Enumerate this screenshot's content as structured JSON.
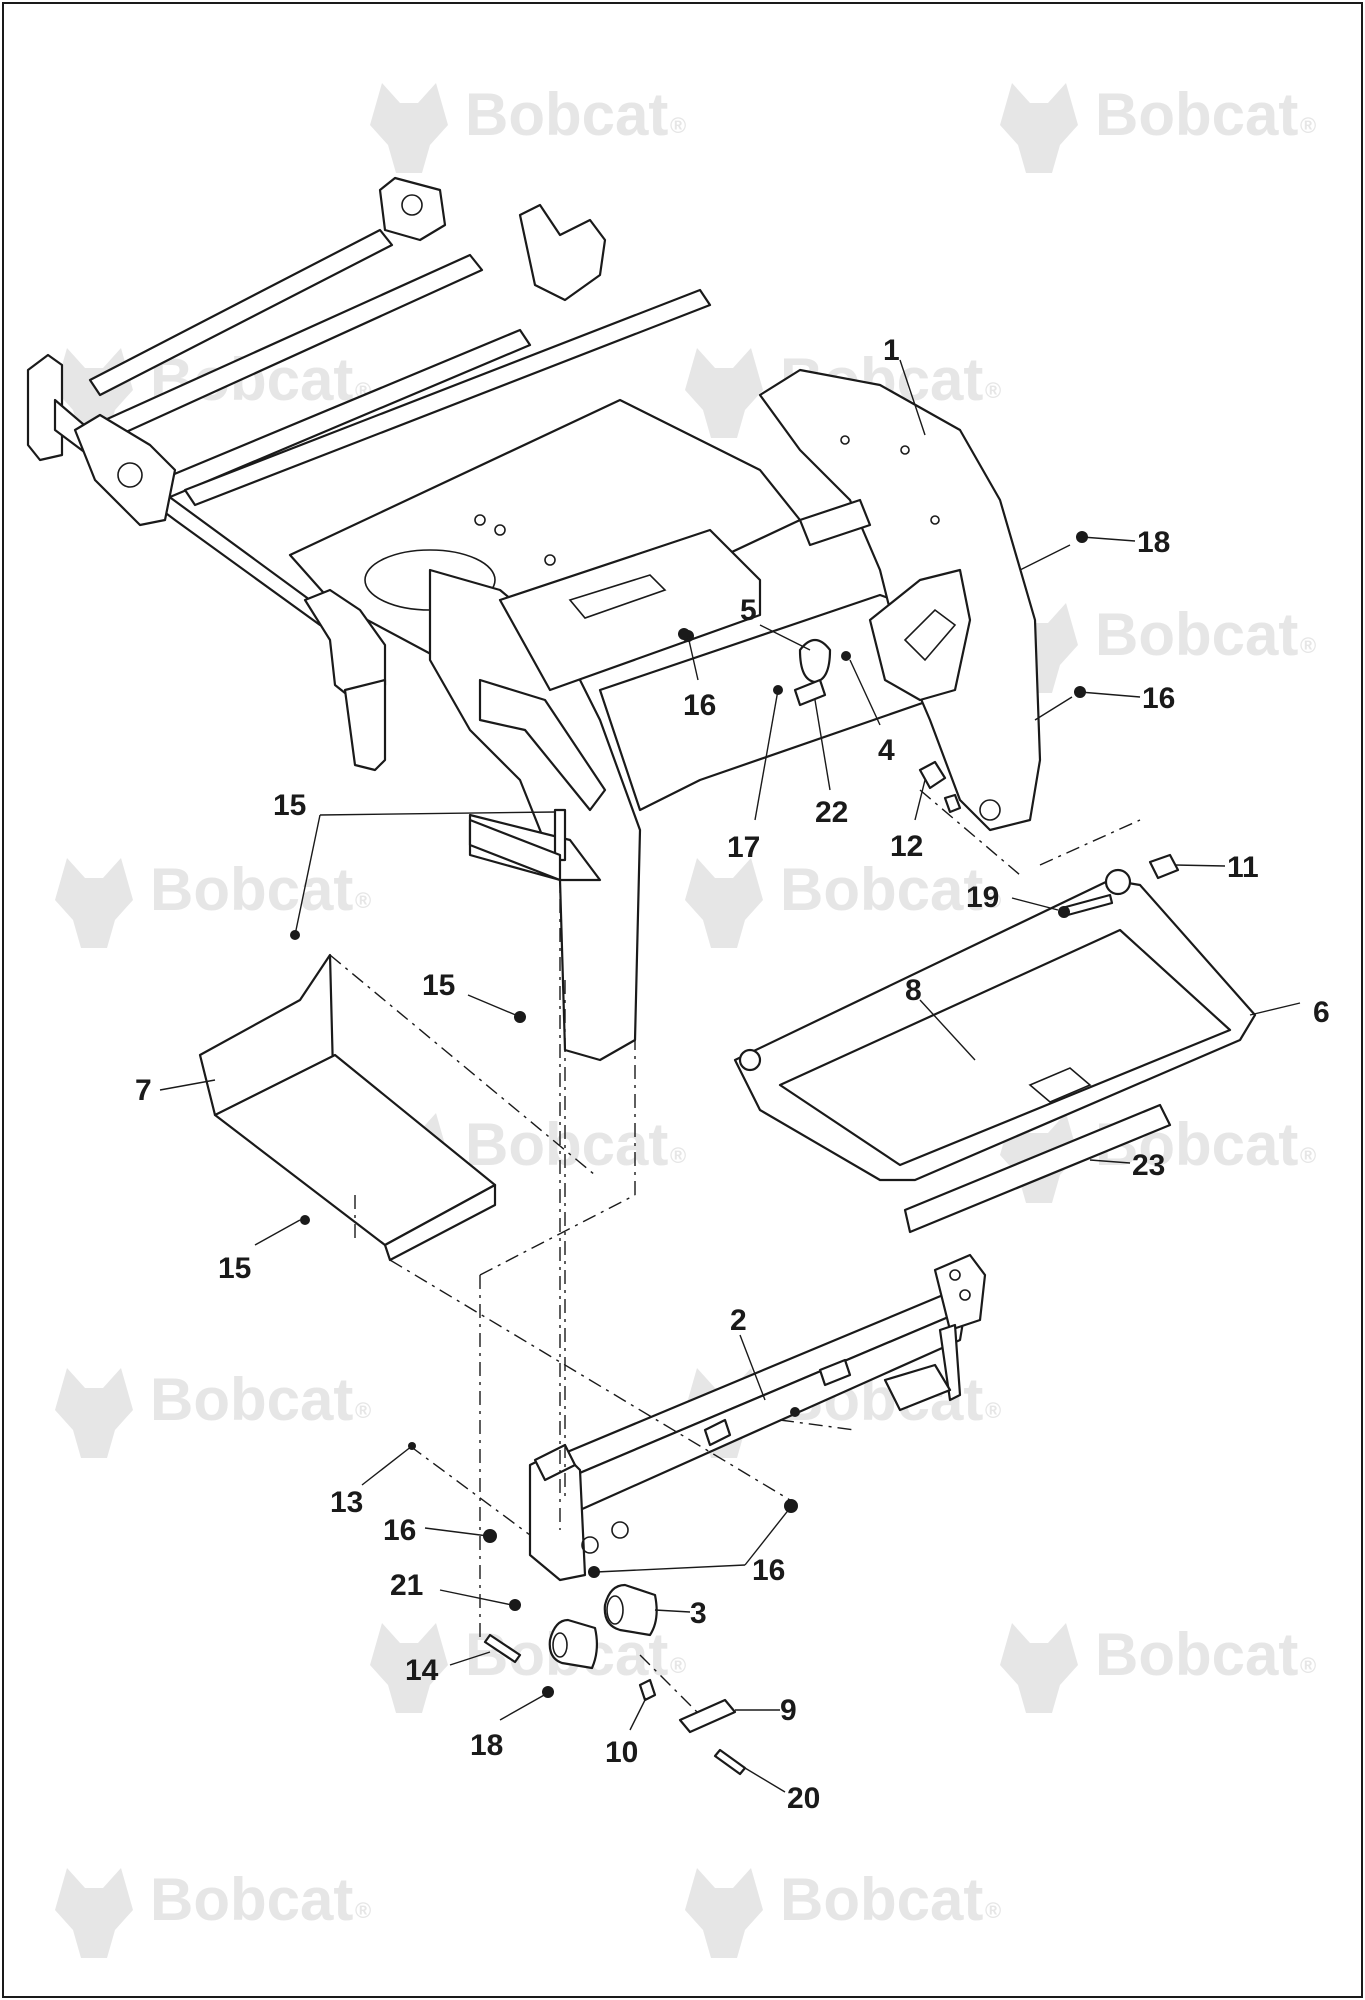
{
  "watermark": {
    "text": "Bobcat",
    "mark": "®",
    "logo": "bobcat-head-logo"
  },
  "callouts": {
    "c1": "1",
    "c2": "2",
    "c3": "3",
    "c4": "4",
    "c5": "5",
    "c6": "6",
    "c7": "7",
    "c8": "8",
    "c9": "9",
    "c10": "10",
    "c11": "11",
    "c12": "12",
    "c13": "13",
    "c14": "14",
    "c15a": "15",
    "c15b": "15",
    "c15c": "15",
    "c16a": "16",
    "c16b": "16",
    "c16c": "16",
    "c16d": "16",
    "c17": "17",
    "c18a": "18",
    "c18b": "18",
    "c19": "19",
    "c20": "20",
    "c21": "21",
    "c22": "22",
    "c23": "23"
  },
  "colors": {
    "line": "#1a1a1a",
    "watermark": "#e6e6e6",
    "background": "#ffffff"
  }
}
